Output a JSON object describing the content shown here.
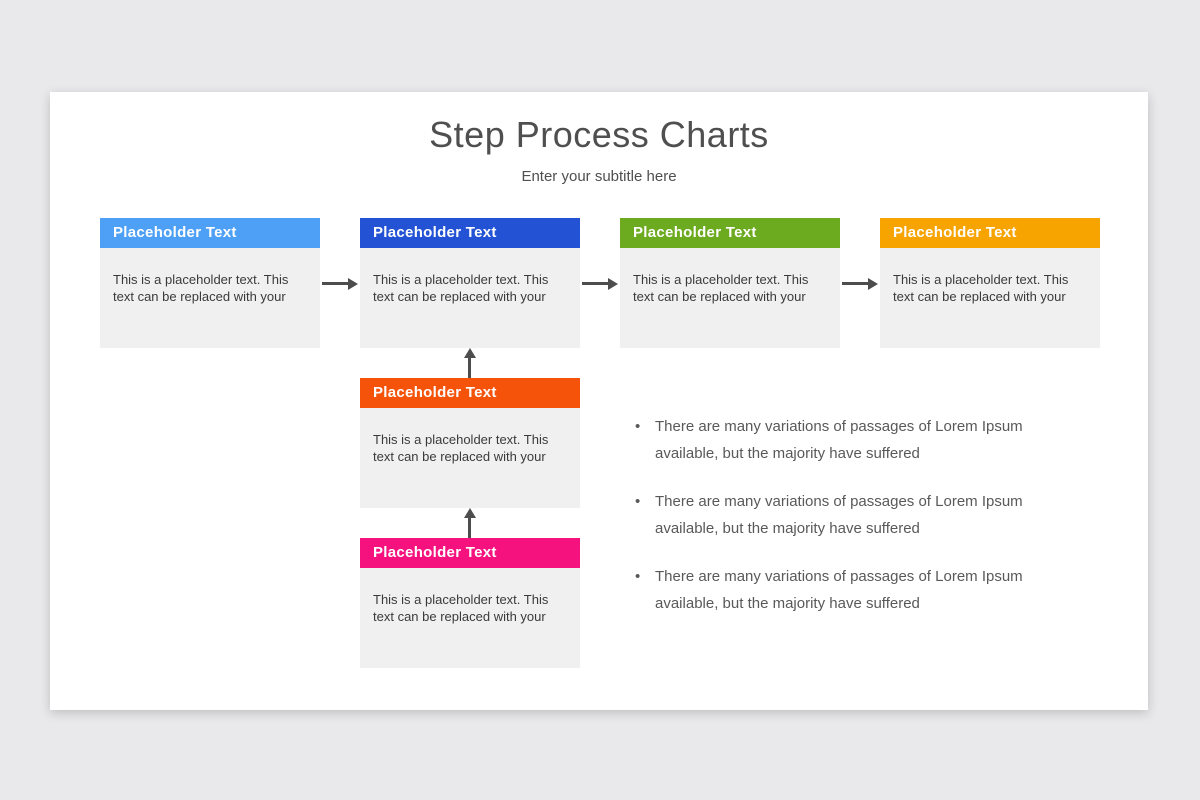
{
  "slide": {
    "title": "Step Process Charts",
    "subtitle": "Enter your subtitle here"
  },
  "boxes": [
    {
      "title": "Placeholder Text",
      "body": "This is a placeholder text. This text can be replaced with your",
      "color": "#4da0f5"
    },
    {
      "title": "Placeholder Text",
      "body": "This is a placeholder text. This text can be replaced with your",
      "color": "#2353d4"
    },
    {
      "title": "Placeholder Text",
      "body": "This is a placeholder text. This text can be replaced with your",
      "color": "#6cab1f"
    },
    {
      "title": "Placeholder Text",
      "body": "This is a placeholder text. This text can be replaced with your",
      "color": "#f7a401"
    },
    {
      "title": "Placeholder Text",
      "body": "This is a placeholder text. This text can be replaced with your",
      "color": "#f5530a"
    },
    {
      "title": "Placeholder Text",
      "body": "This is a placeholder text. This text can be replaced with your",
      "color": "#f5117e"
    }
  ],
  "bullets": {
    "marker": "•",
    "items": [
      "There are many variations of passages of Lorem Ipsum available, but the majority have suffered",
      "There are many variations of passages of Lorem Ipsum available, but the majority have suffered",
      "There are many variations of passages of Lorem Ipsum available, but the majority have suffered"
    ]
  },
  "colors": {
    "page_bg": "#e9e8ea",
    "slide_bg": "#ffffff",
    "box_body_bg": "#f0f0f0",
    "box_header_text": "#ffffff",
    "arrow": "#4d4d4d",
    "title_text": "#4f4f4f",
    "subtitle_text": "#4f4f4f",
    "body_text": "#3a3a3a",
    "bullet_text": "#595959"
  }
}
